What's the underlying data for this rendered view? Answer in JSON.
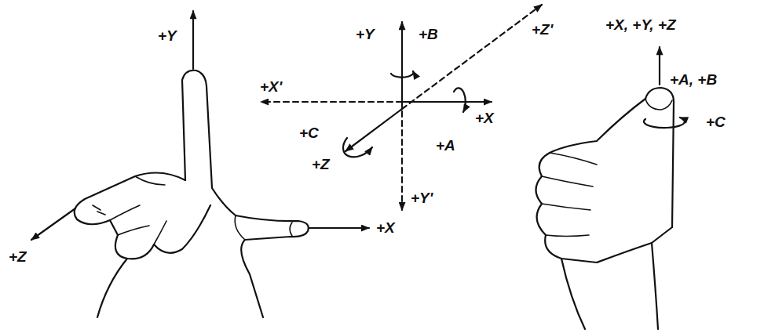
{
  "diagram": {
    "labels": [
      "+Y",
      "+Z",
      "+X",
      "+Y",
      "+B",
      "+Z'",
      "+X'",
      "+X",
      "+C",
      "+A",
      "+Z",
      "+Y'",
      "+X, +Y, +Z",
      "+A, +B",
      "+C"
    ]
  }
}
